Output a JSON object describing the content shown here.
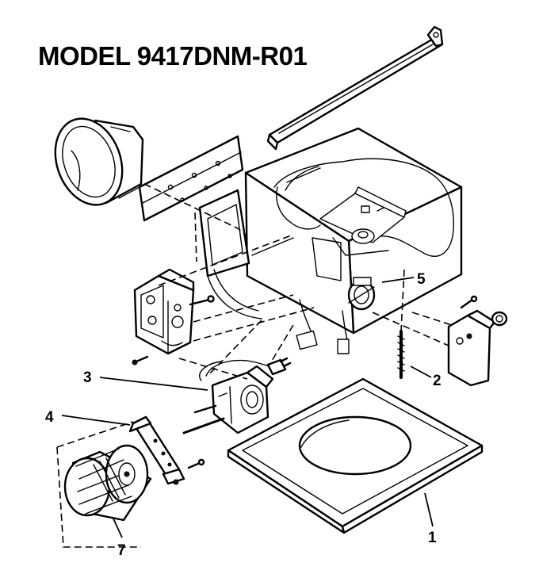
{
  "title": "MODEL 9417DNM-R01",
  "callouts": {
    "grille": "1",
    "spring": "2",
    "motor": "3",
    "bracket": "4",
    "receptacle": "5",
    "wheel": "7"
  }
}
